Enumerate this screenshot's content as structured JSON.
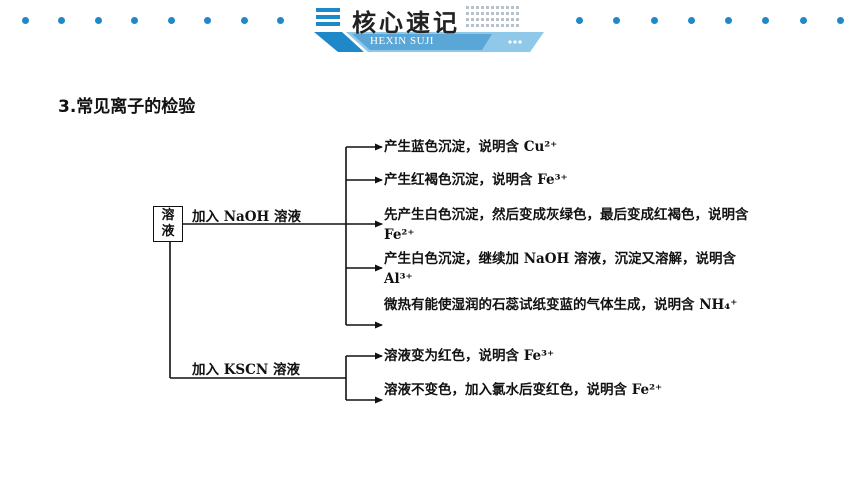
{
  "header": {
    "title": "核心速记",
    "subtitle": "HEXIN SUJI",
    "accent_color": "#1e88c8"
  },
  "section": {
    "heading": "3.常见离子的检验"
  },
  "diagram": {
    "root": [
      "溶",
      "液"
    ],
    "branches": [
      {
        "reagent": "加入 NaOH 溶液",
        "results": [
          "产生蓝色沉淀，说明含 Cu²⁺",
          "产生红褐色沉淀，说明含 Fe³⁺",
          "先产生白色沉淀，然后变成灰绿色，最后变成红褐色，说明含 Fe²⁺",
          "产生白色沉淀，继续加 NaOH 溶液，沉淀又溶解，说明含 Al³⁺",
          "微热有能使湿润的石蕊试纸变蓝的气体生成，说明含 NH₄⁺"
        ]
      },
      {
        "reagent": "加入 KSCN 溶液",
        "results": [
          "溶液变为红色，说明含 Fe³⁺",
          "溶液不变色，加入氯水后变红色，说明含 Fe²⁺"
        ]
      }
    ]
  }
}
